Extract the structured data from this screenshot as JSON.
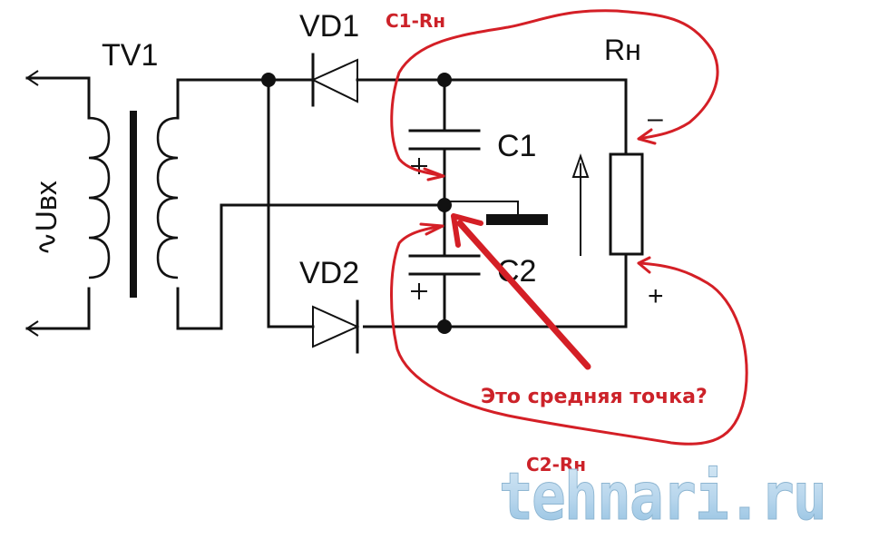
{
  "diagram": {
    "title": "Двухполупериодный выпрямитель с удвоением (средняя точка)",
    "components": {
      "transformer": {
        "label": "TV1"
      },
      "input_voltage": {
        "label": "∿Uвх"
      },
      "diode_1": {
        "label": "VD1"
      },
      "diode_2": {
        "label": "VD2"
      },
      "capacitor_1": {
        "label": "C1",
        "polarity": "+"
      },
      "capacitor_2": {
        "label": "C2",
        "polarity": "+"
      },
      "load_resistor": {
        "label": "Rн",
        "minus": "–",
        "plus": "+"
      }
    },
    "annotations": {
      "loop_top": "C1-Rн",
      "loop_bottom": "C2-Rн",
      "question": "Это средняя точка?"
    },
    "colors": {
      "wire": "#111111",
      "annotation": "#d41f26",
      "watermark": "#9cc7e4"
    }
  },
  "watermark": {
    "text": "tehnari.ru"
  }
}
